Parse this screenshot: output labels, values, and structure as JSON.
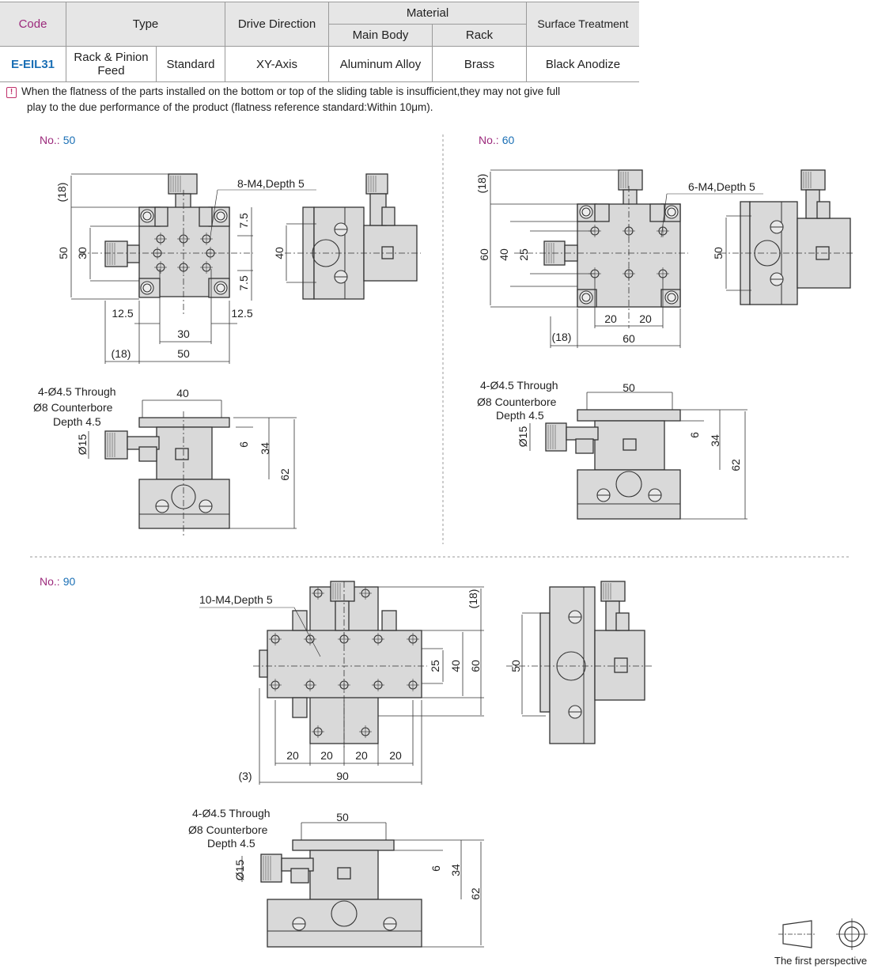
{
  "spec_table": {
    "headers": {
      "code": "Code",
      "type": "Type",
      "drive_direction": "Drive Direction",
      "material": "Material",
      "main_body": "Main Body",
      "rack": "Rack",
      "surface_treatment": "Surface Treatment"
    },
    "row": {
      "code": "E-EIL31",
      "type_1": "Rack & Pinion Feed",
      "type_2": "Standard",
      "drive_direction": "XY-Axis",
      "main_body": "Aluminum Alloy",
      "rack": "Brass",
      "surface_treatment": "Black Anodize"
    }
  },
  "note": {
    "icon": "exclamation-icon",
    "line1": "When the flatness of the parts installed on the bottom or top of the sliding table is insufficient,they may not give full",
    "line2": "play to the due performance of the product (flatness reference standard:Within 10μm)."
  },
  "colors": {
    "code_header": "#9c2a7c",
    "code_value": "#1a6fb5",
    "part_fill": "#d9d9d9"
  },
  "models": [
    {
      "label": "No.:",
      "value": "50",
      "top": {
        "d18": "(18)",
        "d50": "50",
        "d30": "30",
        "d75a": "7.5",
        "d75b": "7.5",
        "d125a": "12.5",
        "d125b": "12.5",
        "d30b": "30",
        "d18b": "(18)",
        "d50b": "50",
        "holes": "8-M4,Depth 5"
      },
      "side": {
        "d40": "40"
      },
      "front": {
        "through": "4-Ø4.5 Through",
        "cbore": "Ø8 Counterbore",
        "depth": "Depth 4.5",
        "d40": "40",
        "d15": "Ø15",
        "d6": "6",
        "d34": "34",
        "d62": "62"
      }
    },
    {
      "label": "No.:",
      "value": "60",
      "top": {
        "d18": "(18)",
        "d60": "60",
        "d40": "40",
        "d25": "25",
        "holes": "6-M4,Depth 5",
        "d20a": "20",
        "d20b": "20",
        "d18b": "(18)",
        "d60b": "60"
      },
      "side": {
        "d50": "50"
      },
      "front": {
        "through": "4-Ø4.5 Through",
        "cbore": "Ø8 Counterbore",
        "depth": "Depth 4.5",
        "d50": "50",
        "d15": "Ø15",
        "d6": "6",
        "d34": "34",
        "d62": "62"
      }
    },
    {
      "label": "No.:",
      "value": "90",
      "top": {
        "holes": "10-M4,Depth 5",
        "d18": "(18)",
        "d25": "25",
        "d40": "40",
        "d60": "60",
        "d20a": "20",
        "d20b": "20",
        "d20c": "20",
        "d20d": "20",
        "d3": "(3)",
        "d90": "90"
      },
      "side": {
        "d50": "50"
      },
      "front": {
        "through": "4-Ø4.5 Through",
        "cbore": "Ø8 Counterbore",
        "depth": "Depth 4.5",
        "d50": "50",
        "d15": "Ø15",
        "d6": "6",
        "d34": "34",
        "d62": "62"
      }
    }
  ],
  "projection": {
    "label": "The first perspective",
    "icon": "first-angle-projection-icon"
  }
}
